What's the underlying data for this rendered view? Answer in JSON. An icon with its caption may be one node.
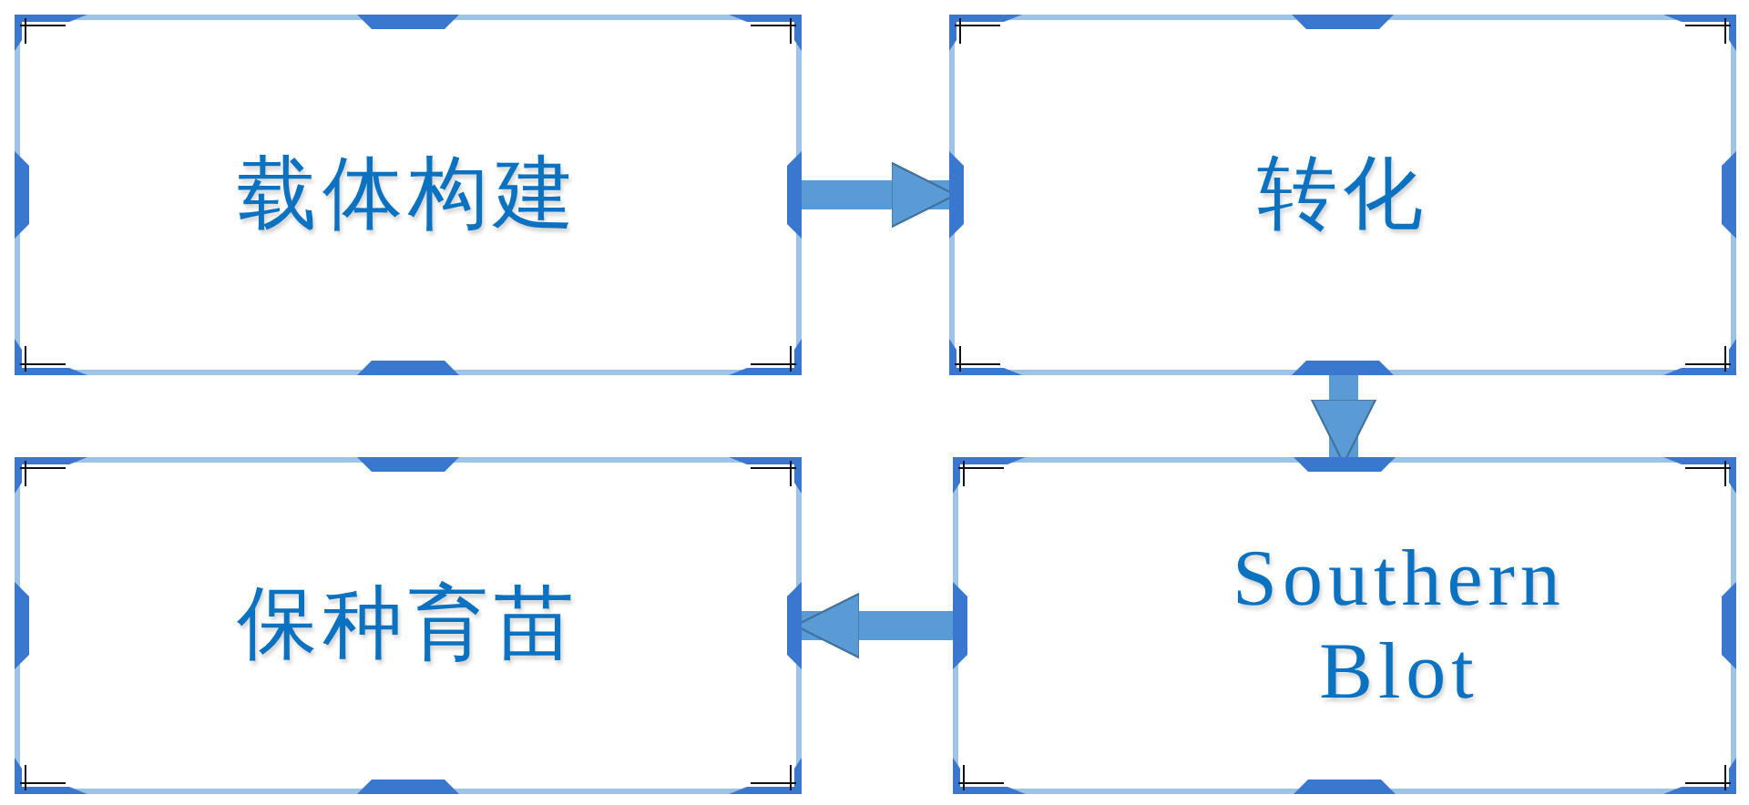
{
  "diagram": {
    "nodes": [
      {
        "text": [
          "载体构建"
        ]
      },
      {
        "text": [
          "转化"
        ]
      },
      {
        "text": [
          "保种育苗"
        ]
      },
      {
        "text": [
          "Southern Blot"
        ]
      }
    ],
    "edges": [
      {
        "from": 0,
        "to": 1,
        "arrow": "to"
      },
      {
        "from": 1,
        "to": 3,
        "arrow": "to"
      },
      {
        "from": 3,
        "to": 2,
        "arrow": "to"
      }
    ]
  }
}
